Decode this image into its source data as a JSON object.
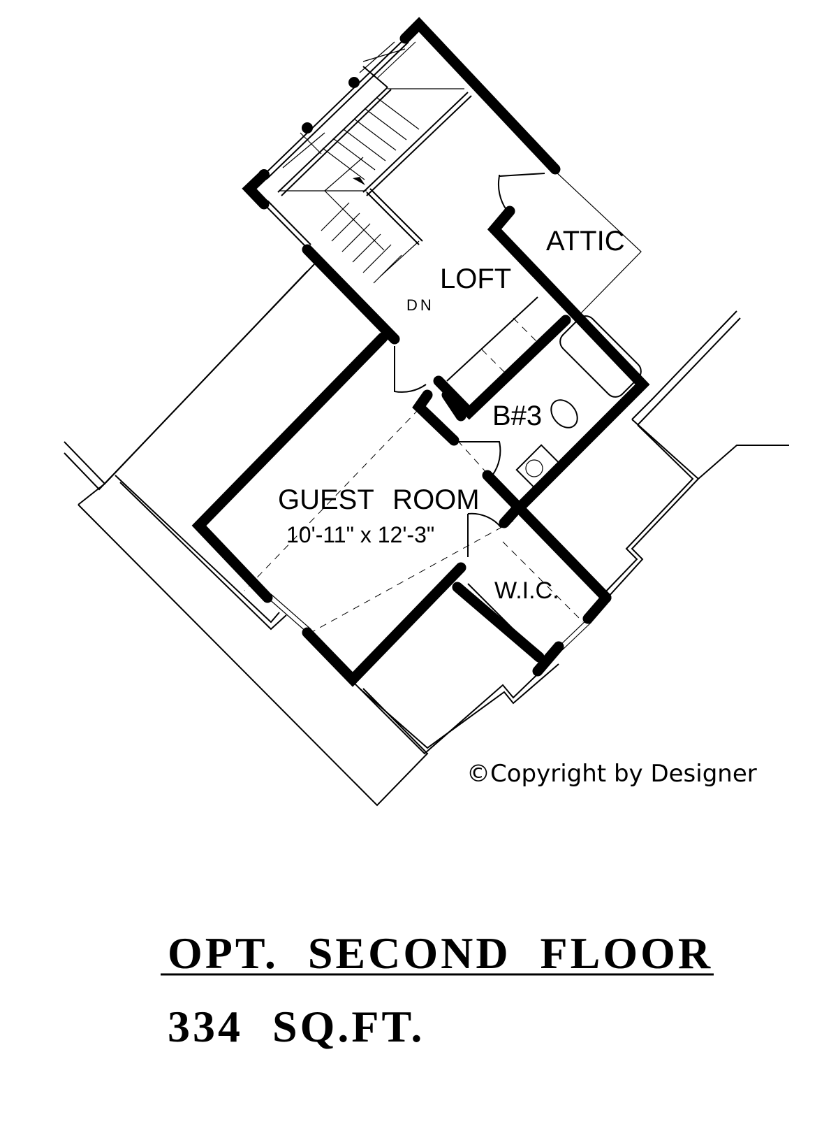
{
  "plan": {
    "rooms": {
      "attic": "ATTIC",
      "loft": "LOFT",
      "stair_direction": "DN",
      "bath": "B#3",
      "guest_room": "GUEST ROOM",
      "guest_room_size": "10'-11\" x 12'-3\"",
      "closet": "W.I.C."
    },
    "copyright": "©Copyright by Designer",
    "title": "OPT. SECOND FLOOR",
    "area": "334 SQ.FT."
  }
}
